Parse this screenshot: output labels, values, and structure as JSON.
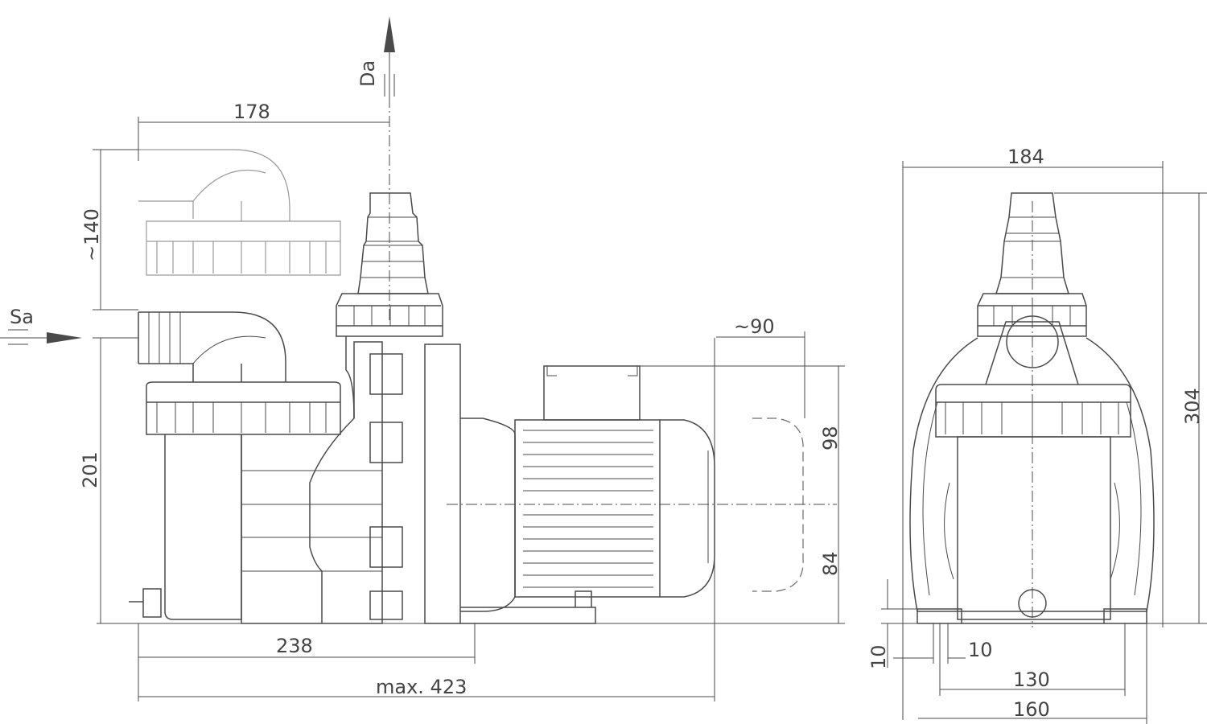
{
  "title": "Pump dimension drawing",
  "labels": {
    "discharge": "Da",
    "suction": "Sa",
    "width_178": "178",
    "height_140": "~140",
    "height_201": "201",
    "length_238": "238",
    "length_max": "max. 423",
    "clearance_90": "~90",
    "height_98": "98",
    "height_84": "84",
    "width_184": "184",
    "height_304": "304",
    "foot_height_10": "10",
    "foot_width_10": "10",
    "hole_spacing_130": "130",
    "base_width_160": "160"
  }
}
